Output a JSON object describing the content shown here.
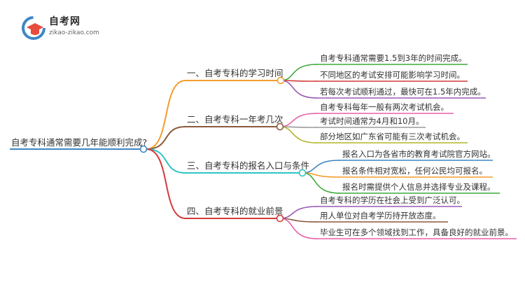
{
  "logo": {
    "title": "自考网",
    "url": "zikao-zikao.com",
    "icon": "graduation-cap-icon"
  },
  "root": {
    "label": "自考专科通常需要几年能顺利完成?",
    "color": "#3f86c5"
  },
  "branches": [
    {
      "label": "一、自考专科的学习时间",
      "color": "#f39c2b",
      "leaves": [
        {
          "text": "自考专科通常需要1.5到3年的时间完成。",
          "color": "#3faa3a"
        },
        {
          "text": "不同地区的考试安排可能影响学习时间。",
          "color": "#d43a3a"
        },
        {
          "text": "若每次考试顺利通过，最快可在1.5年内完成。",
          "color": "#9b59b6"
        }
      ]
    },
    {
      "label": "二、自考专科一年考几次",
      "color": "#8b5a3c",
      "leaves": [
        {
          "text": "自考专科每年一般有两次考试机会。",
          "color": "#e95fa6"
        },
        {
          "text": "考试时间通常为4月和10月。",
          "color": "#9a9a9a"
        },
        {
          "text": "部分地区如广东省可能有三次考试机会。",
          "color": "#b3b52a"
        }
      ]
    },
    {
      "label": "三、自考专科的报名入口与条件",
      "color": "#2ec4c4",
      "leaves": [
        {
          "text": "报名入口为各省市的教育考试院官方网站。",
          "color": "#3f86c5"
        },
        {
          "text": "报名条件相对宽松，任何公民均可报名。",
          "color": "#f39c2b"
        },
        {
          "text": "报名时需提供个人信息并选择专业及课程。",
          "color": "#3faa3a"
        }
      ]
    },
    {
      "label": "四、自考专科的就业前景",
      "color": "#d43a3a",
      "leaves": [
        {
          "text": "自考专科的学历在社会上受到广泛认可。",
          "color": "#9b59b6"
        },
        {
          "text": "用人单位对自考学历持开放态度。",
          "color": "#8b5a3c"
        },
        {
          "text": "毕业生可在多个领域找到工作，具备良好的就业前景。",
          "color": "#e95fa6"
        }
      ]
    }
  ]
}
